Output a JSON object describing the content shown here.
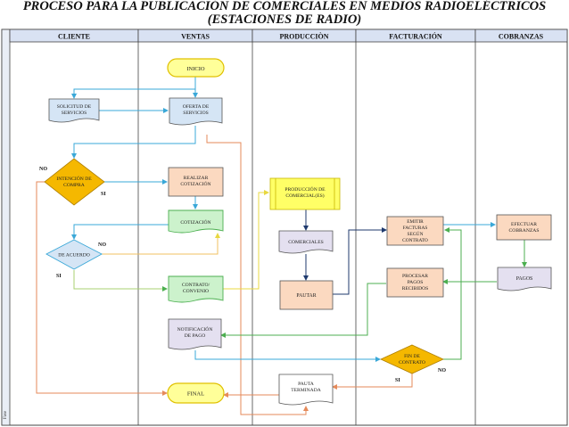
{
  "title": {
    "line1": "PROCESO PARA LA PUBLICACIÓN DE COMERCIALES EN MEDIOS RADIOELÉCTRICOS",
    "line2": "(ESTACIONES DE RADIO)"
  },
  "lanes": [
    "CLIENTE",
    "VENTAS",
    "PRODUCCIÒN",
    "FACTURACIÓN",
    "COBRANZAS"
  ],
  "side_label": "Fase",
  "colors": {
    "header_fill": "#d9e2f3",
    "start_end_fill": "#ffff99",
    "decision_fill": "#f5b800",
    "blue_fill": "#d5e5f5",
    "orange_fill": "#fbd9c0",
    "green_fill": "#ccf2cc",
    "lavender_fill": "#e4e0f0",
    "yellow_fill": "#ffff66",
    "blue_line": "#3aa8d8",
    "orange_line": "#e58a5a",
    "green_line": "#4caf50",
    "navy_line": "#1f3a6e"
  },
  "nodes": {
    "inicio": "INICIO",
    "solicitud": [
      "SOLICITUD DE",
      "SERVICIOS"
    ],
    "oferta": [
      "OFERTA DE",
      "SERVICIOS"
    ],
    "intencion": [
      "INTENCIÓN DE",
      "COMPRA"
    ],
    "realizar": [
      "REALIZAR",
      "COTIZACIÓN"
    ],
    "produccion": [
      "PRODUCCIÓN DE",
      "COMERCIAL(ES)"
    ],
    "cotizacion": "COTIZACIÓN",
    "comerciales": "COMERCIALES",
    "emitir": [
      "EMITIR",
      "FACTURAS",
      "SEGÚN",
      "CONTRATO"
    ],
    "efectuar": [
      "EFECTUAR",
      "COBRANZAS"
    ],
    "de_acuerdo": "DE ACUERDO",
    "contrato": [
      "CONTRATO/",
      "CONVENIO"
    ],
    "pautar": "PAUTAR",
    "procesar": [
      "PROCESAR",
      "PAGOS",
      "RECIBIDOS"
    ],
    "pagos": "PAGOS",
    "notificacion": [
      "NOTIFICACIÓN",
      "DE PAGO"
    ],
    "fin_contrato": [
      "FIN DE",
      "CONTRATO"
    ],
    "pauta": [
      "PAUTA",
      "TERMINADA"
    ],
    "final": "FINAL"
  },
  "labels": {
    "no": "NO",
    "si": "SI"
  }
}
